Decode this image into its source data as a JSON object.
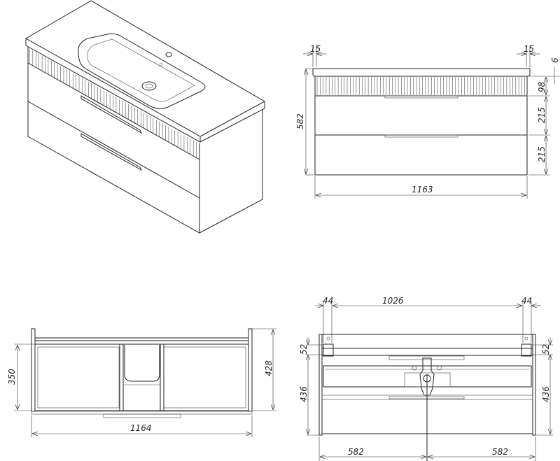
{
  "front_view": {
    "overhang_left": "15",
    "overhang_right": "15",
    "countertop_thickness": "6",
    "fluted_band_height": "98",
    "drawer_1_height": "215",
    "drawer_2_height": "215",
    "total_height": "582",
    "total_width": "1163"
  },
  "section_view": {
    "inner_height": "350",
    "outer_height": "428",
    "width": "1164"
  },
  "rear_view": {
    "bracket_left": "44",
    "bracket_spacing": "1026",
    "bracket_right": "44",
    "bracket_height_left": "52",
    "bracket_height_right": "52",
    "height_left": "436",
    "height_right": "436",
    "half_width_left": "582",
    "half_width_right": "582"
  },
  "colors": {
    "line": "#222222",
    "background": "#ffffff"
  }
}
